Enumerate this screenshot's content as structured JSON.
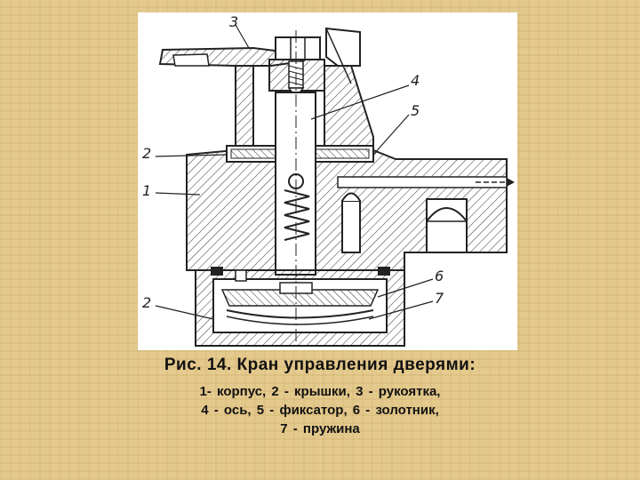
{
  "figure": {
    "callouts": [
      "3",
      "4",
      "5",
      "2",
      "1",
      "6",
      "7",
      "2"
    ]
  },
  "caption": {
    "title": "Рис. 14. Кран управления дверями:",
    "lines": [
      "1- корпус,   2 - крышки,   3 - рукоятка,",
      "4 - ось, 5 - фиксатор, 6 - золотник,",
      "7 - пружина"
    ]
  }
}
